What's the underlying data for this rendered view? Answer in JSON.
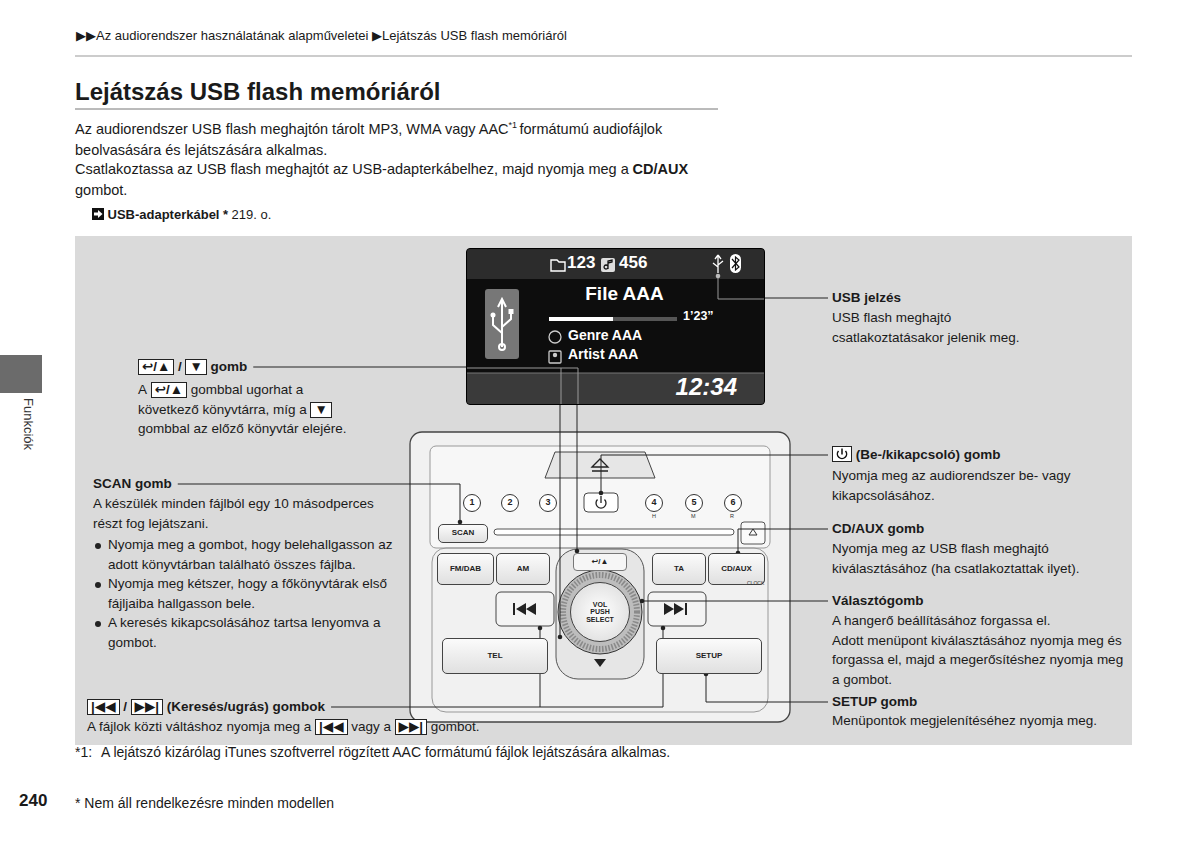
{
  "diagram": {
    "title": "Lejátszás USB flash memóriáról",
    "nodes": [
      {
        "text": [
          "123",
          "456",
          "File AAA",
          "1’23”",
          "Genre AAA",
          "Artist AAA",
          "12:34"
        ]
      },
      {
        "text": [
          "1"
        ]
      },
      {
        "text": [
          "2"
        ]
      },
      {
        "text": [
          "3"
        ]
      },
      {
        "text": [
          "4"
        ]
      },
      {
        "text": [
          "5"
        ]
      },
      {
        "text": [
          "6"
        ]
      },
      {
        "text": [
          "SCAN"
        ]
      },
      {
        "text": [
          "↩/▲"
        ]
      },
      {
        "text": [
          "FM/DAB"
        ]
      },
      {
        "text": [
          "AM"
        ]
      },
      {
        "text": [
          "TA"
        ]
      },
      {
        "text": [
          "CD/AUX"
        ]
      },
      {
        "text": [
          "VOL PUSH SELECT"
        ]
      },
      {
        "text": [
          "TEL"
        ]
      },
      {
        "text": [
          "SETUP"
        ]
      }
    ],
    "labels": [
      "▶▶Az audiorendszer használatának alapműveletei",
      "▶Lejátszás USB flash memóriáról",
      "Az audiorendszer USB flash meghajtón tárolt MP3, WMA vagy AAC",
      "*1",
      "formátumú audiofájlok beolvasására és lejátszására alkalmas.",
      "Csatlakoztassa az USB flash meghajtót az USB-adapterkábelhez, majd nyomja meg a",
      "CD/AUX",
      "gombot.",
      "USB-adapterkábel",
      "*",
      "219. o.",
      "Funkciók",
      "↩/▲",
      "/",
      "▼",
      "gomb",
      "A",
      "↩/▲",
      "gombbal ugorhat a következő könyvtárra, míg a",
      "▼",
      "gombbal az előző könyvtár elejére.",
      "SCAN gomb",
      "A készülék minden fájlból egy 10 másodperces részt fog lejátszani.",
      "Nyomja meg a gombot, hogy belehallgasson az adott könyvtárban található összes fájlba.",
      "Nyomja meg kétszer, hogy a főkönyvtárak első fájljaiba hallgasson bele.",
      "A keresés kikapcsolásához tartsa lenyomva a gombot.",
      "|◀◀",
      "/",
      "▶▶|",
      "(Keresés/ugrás) gombok",
      "A fájlok közti váltáshoz nyomja meg a",
      "|◀◀",
      "vagy a",
      "▶▶|",
      "gombot.",
      "USB jelzés",
      "USB flash meghajtó csatlakoztatásakor jelenik meg.",
      "(Be-/kikapcsoló) gomb",
      "Nyomja meg az audiorendszer be- vagy kikapcsolásához.",
      "CD/AUX gomb",
      "Nyomja meg az USB flash meghajtó kiválasztásához (ha csatlakoztattak ilyet).",
      "Választógomb",
      "A hangerő beállításához forgassa el.",
      "Adott menüpont kiválasztásához nyomja meg és forgassa el, majd a megerősítéshez nyomja meg a gombot.",
      "SETUP gomb",
      "Menüpontok megjelenítéséhez nyomja meg.",
      "*1:",
      "A lejátszó kizárólag iTunes szoftverrel rögzített AAC formátumú fájlok lejátszására alkalmas.",
      "240",
      "* Nem áll rendelkezésre minden modellen",
      "H",
      "M",
      "R",
      "CLOCK"
    ]
  }
}
